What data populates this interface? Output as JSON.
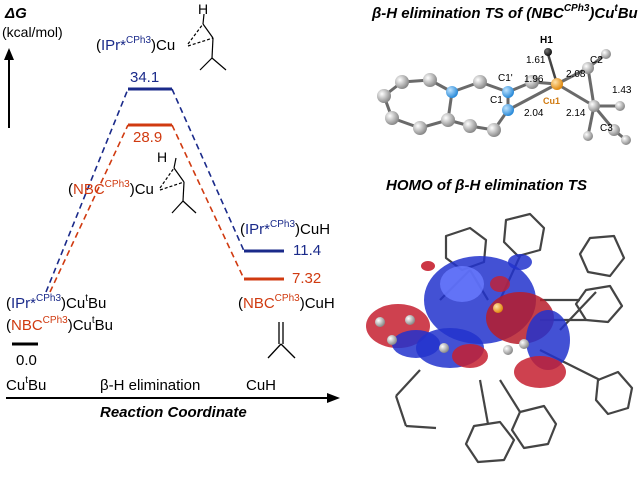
{
  "energy_axis": {
    "symbol": "ΔG",
    "unit": "(kcal/mol)"
  },
  "reaction_axis": {
    "label": "Reaction Coordinate",
    "stages": [
      "CutBu",
      "β-H elimination",
      "CuH"
    ],
    "stage_parts": {
      "start_main": "Cu",
      "start_sup": "t",
      "start_tail": "Bu",
      "ts": "β-H elimination",
      "end": "CuH"
    }
  },
  "levels": {
    "start": "0.0",
    "ts_blue": "34.1",
    "ts_red": "28.9",
    "prod_blue": "11.4",
    "prod_red": "7.32"
  },
  "species": {
    "ipr_open": "(",
    "ipr_name": "IPr*",
    "ipr_sup": "CPh3",
    "ipr_close": ")",
    "nbc_open": "(",
    "nbc_name": "NBC",
    "nbc_sup": "CPh3",
    "nbc_close": ")",
    "cu": "Cu",
    "cu_tbu_main": "Cu",
    "cu_tbu_sup": "t",
    "cu_tbu_tail": "Bu",
    "cuh": "CuH",
    "h": "H"
  },
  "ts_structure": {
    "title_pre": "β-H elimination TS of (NBC",
    "title_sup": "CPh3",
    "title_mid": ")Cu",
    "title_sup2": "t",
    "title_post": "Bu",
    "atoms": {
      "h1": "H1",
      "c1p": "C1'",
      "c1": "C1",
      "cu1": "Cu1",
      "c2": "C2",
      "c3": "C3"
    },
    "distances": {
      "d1": "1.61",
      "d2": "1.96",
      "d3": "2.08",
      "d4": "1.43",
      "d5": "2.04",
      "d6": "2.14"
    }
  },
  "homo": {
    "title_pre": "HOMO of ",
    "title_post": "-H elimination TS",
    "beta": "β"
  },
  "colors": {
    "blue": "#1a2a8a",
    "red": "#d03a10",
    "black": "#000000"
  }
}
